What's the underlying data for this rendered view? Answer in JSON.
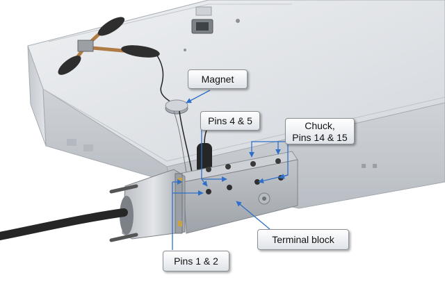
{
  "figure": {
    "callouts": {
      "magnet": "Magnet",
      "pins_4_5": "Pins 4 & 5",
      "chuck_line1": "Chuck,",
      "chuck_line2": "Pins 14 & 15",
      "terminal_block": "Terminal block",
      "pins_1_2": "Pins 1 & 2"
    },
    "colors": {
      "leader_line": "#2f6fc8",
      "callout_border": "#8a8f96",
      "plate": "#d4d8dd",
      "terminal_block": "#a9aeb4",
      "cable": "#2b2b2b"
    },
    "icons": [
      "spring-clip-icon",
      "magnet-icon",
      "connector-icon",
      "cable-icon"
    ]
  }
}
